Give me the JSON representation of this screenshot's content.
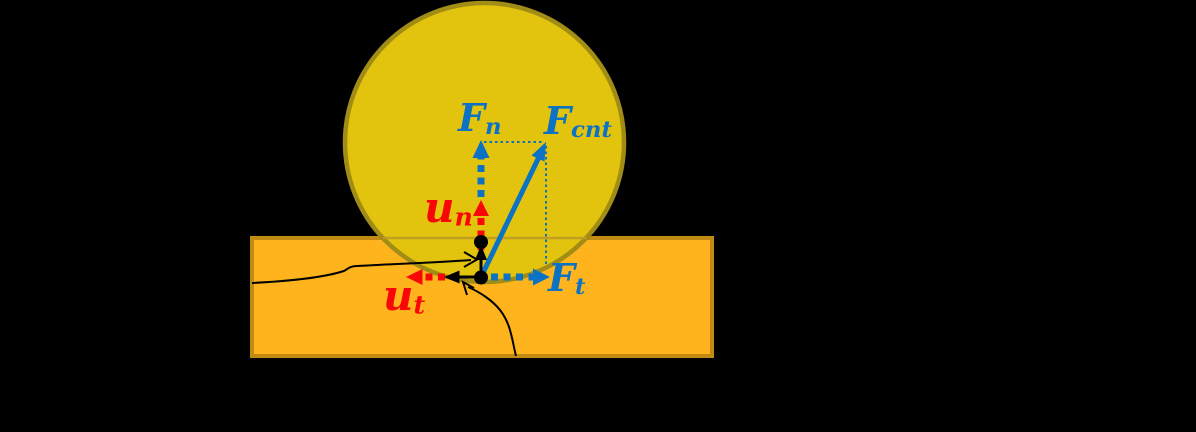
{
  "labels": {
    "normal_force": {
      "base": "F",
      "sub": "n"
    },
    "contact_force": {
      "base": "F",
      "sub": "cnt"
    },
    "tangential_force": {
      "base": "F",
      "sub": "t"
    },
    "normal_unit_vector": {
      "base": "u",
      "sub": "n"
    },
    "tangential_unit_vector": {
      "base": "u",
      "sub": "t"
    }
  },
  "colors": {
    "background": "#000000",
    "particle_fill": "#E2C30D",
    "particle_outline": "#A18D15",
    "surface_fill": "#FFB41E",
    "surface_outline": "#C18A12",
    "surface_edge_over_particle": "#BC9B25",
    "force_blue": "#0B72C4",
    "unit_vector_red": "#F90606",
    "annotation_black": "#000000"
  }
}
